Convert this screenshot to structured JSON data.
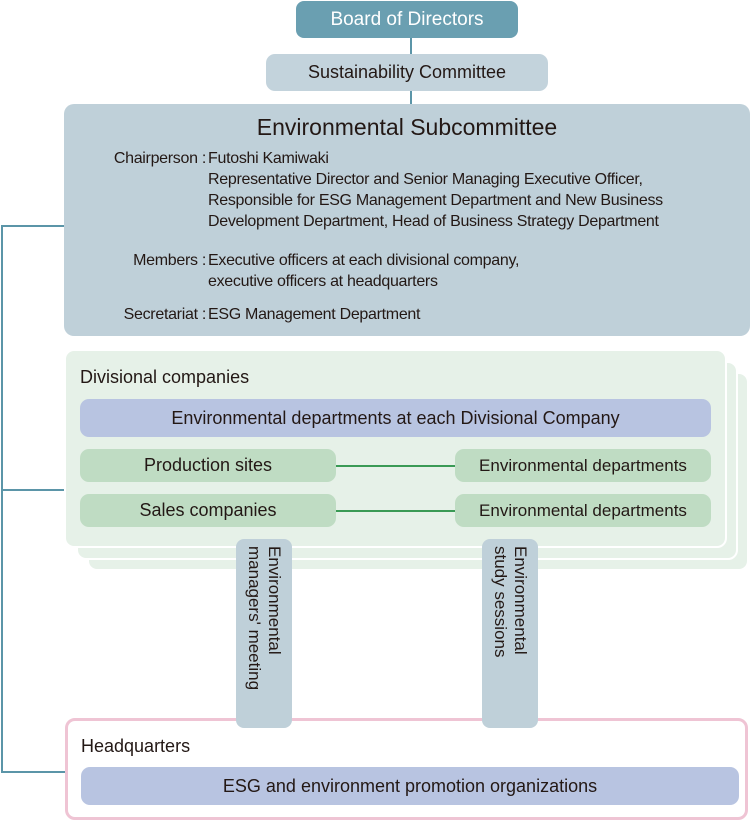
{
  "board": {
    "label": "Board of Directors"
  },
  "sustainability": {
    "label": "Sustainability Committee"
  },
  "subcommittee": {
    "title": "Environmental Subcommittee",
    "chairperson_label": "Chairperson :",
    "chairperson_lines": [
      "Futoshi Kamiwaki",
      "Representative Director and Senior Managing Executive Officer,",
      "Responsible for ESG Management Department and New Business",
      "Development Department, Head of Business Strategy Department"
    ],
    "members_label": "Members :",
    "members_lines": [
      "Executive officers at each divisional company,",
      "executive officers at headquarters"
    ],
    "secretariat_label": "Secretariat :",
    "secretariat_value": "ESG Management Department"
  },
  "divisional": {
    "title": "Divisional companies",
    "env_depts": "Environmental departments at each Divisional Company",
    "rows": [
      {
        "left": "Production sites",
        "right": "Environmental departments"
      },
      {
        "left": "Sales companies",
        "right": "Environmental departments"
      }
    ]
  },
  "links": {
    "managers_meeting": [
      "Environmental",
      "managers' meeting"
    ],
    "study_sessions": [
      "Environmental",
      "study sessions"
    ]
  },
  "headquarters": {
    "title": "Headquarters",
    "org": "ESG and environment promotion organizations"
  },
  "colors": {
    "board": "#6a9fb1",
    "committee": "#c3d3dc",
    "subcommittee": "#bfd0d9",
    "divisional_bg": "#e6f1e8",
    "purple_band": "#b8c4e1",
    "green_band": "#bfdcc3",
    "hq_border": "#efc4d4",
    "connector": "#5b95a8"
  }
}
